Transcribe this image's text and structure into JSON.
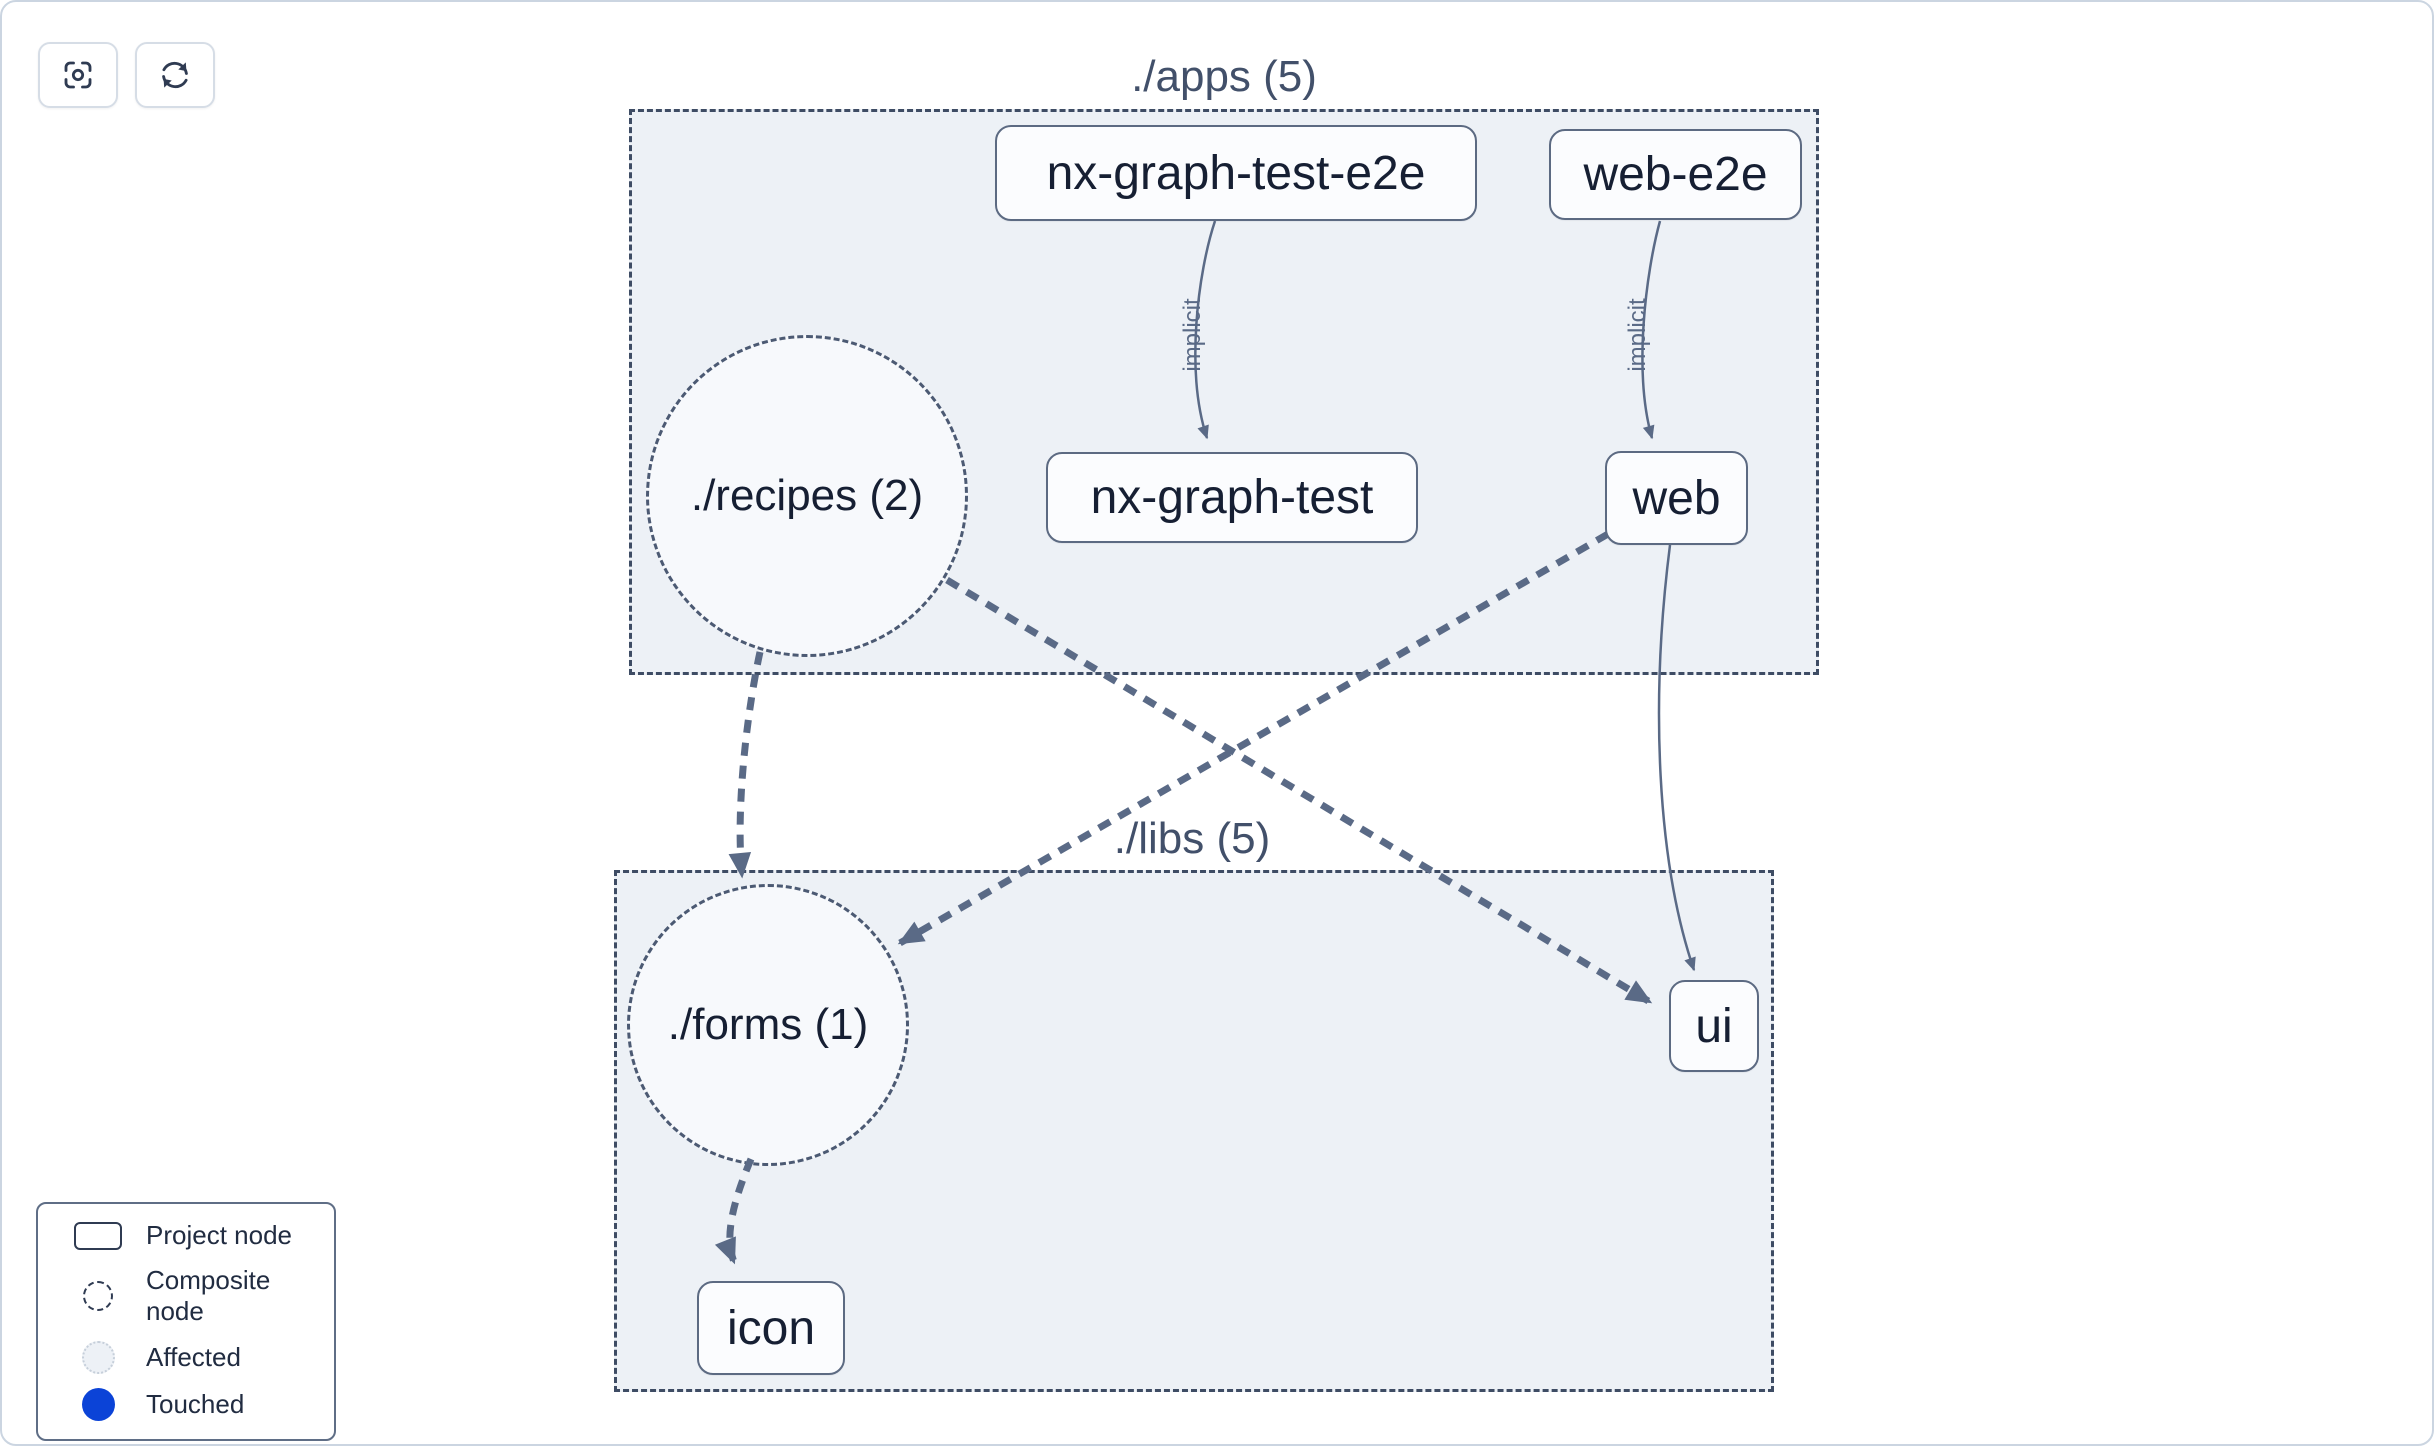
{
  "toolbar": {
    "focus_button_icon": "center-focus-icon",
    "refresh_button_icon": "refresh-icon"
  },
  "containers": {
    "apps": {
      "label": "./apps (5)"
    },
    "libs": {
      "label": "./libs (5)"
    }
  },
  "nodes": {
    "nx_graph_test_e2e": {
      "label": "nx-graph-test-e2e",
      "type": "project"
    },
    "web_e2e": {
      "label": "web-e2e",
      "type": "project"
    },
    "recipes": {
      "label": "./recipes (2)",
      "type": "composite"
    },
    "nx_graph_test": {
      "label": "nx-graph-test",
      "type": "project"
    },
    "web": {
      "label": "web",
      "type": "project"
    },
    "forms": {
      "label": "./forms (1)",
      "type": "composite"
    },
    "ui": {
      "label": "ui",
      "type": "project"
    },
    "icon": {
      "label": "icon",
      "type": "project"
    }
  },
  "edges": {
    "e2e_to_test": {
      "label": "implicit",
      "from": "nx-graph-test-e2e",
      "to": "nx-graph-test",
      "style": "solid"
    },
    "webe2e_to_web": {
      "label": "implicit",
      "from": "web-e2e",
      "to": "web",
      "style": "solid"
    },
    "recipes_to_forms": {
      "from": "./recipes (2)",
      "to": "./forms (1)",
      "style": "dashed"
    },
    "recipes_to_ui": {
      "from": "./recipes (2)",
      "to": "ui",
      "style": "dashed"
    },
    "web_to_forms": {
      "from": "web",
      "to": "./forms (1)",
      "style": "dashed"
    },
    "web_to_ui": {
      "from": "web",
      "to": "ui",
      "style": "solid"
    },
    "forms_to_icon": {
      "from": "./forms (1)",
      "to": "icon",
      "style": "dashed"
    }
  },
  "legend": {
    "items": [
      {
        "label": "Project node",
        "type": "project"
      },
      {
        "label": "Composite node",
        "type": "composite"
      },
      {
        "label": "Affected",
        "type": "affected"
      },
      {
        "label": "Touched",
        "type": "touched"
      }
    ]
  },
  "colors": {
    "touched": "#0b43d7",
    "group_fill": "#edf1f6",
    "edge": "#5a6a86",
    "node_border": "#5c6a82",
    "node_text": "#161f33"
  }
}
